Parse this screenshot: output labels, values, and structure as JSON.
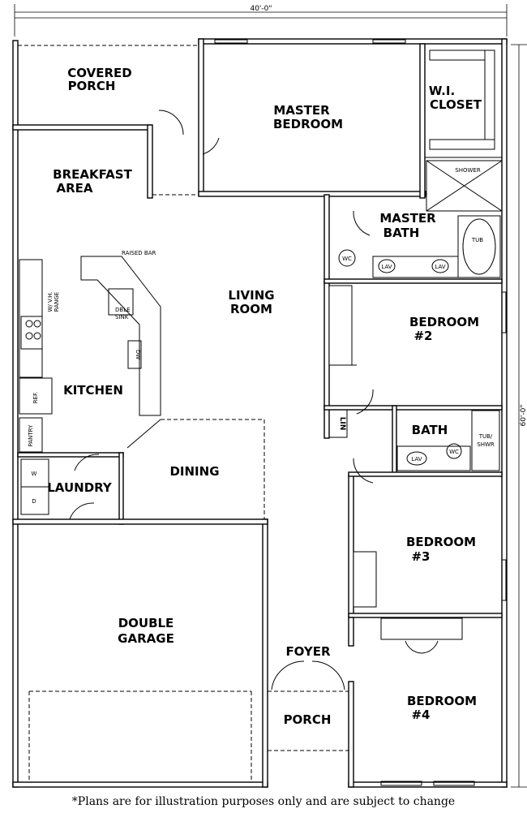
{
  "dimensions": {
    "width": "40'-0\"",
    "depth": "60'-0\""
  },
  "rooms": {
    "covered_porch": [
      "COVERED",
      "PORCH"
    ],
    "master_bedroom": [
      "MASTER",
      "BEDROOM"
    ],
    "wi_closet": [
      "W.I.",
      "CLOSET"
    ],
    "breakfast_area": [
      "BREAKFAST",
      "AREA"
    ],
    "master_bath": [
      "MASTER",
      "BATH"
    ],
    "living_room": [
      "LIVING",
      "ROOM"
    ],
    "bedroom2": [
      "BEDROOM",
      "#2"
    ],
    "kitchen": "KITCHEN",
    "bath": "BATH",
    "laundry": "LAUNDRY",
    "dining": "DINING",
    "bedroom3": [
      "BEDROOM",
      "#3"
    ],
    "double_garage": [
      "DOUBLE",
      "GARAGE"
    ],
    "foyer": "FOYER",
    "porch": "PORCH",
    "bedroom4": [
      "BEDROOM",
      "#4"
    ]
  },
  "fixtures": {
    "shower": "SHOWER",
    "tub": "TUB",
    "wc": "WC",
    "lav": "LAV",
    "tub_shwr": [
      "TUB/",
      "SHWR"
    ],
    "lin": "LIN",
    "raised_bar": "RAISED BAR",
    "dble_sink": [
      "DBLE",
      "SINK"
    ],
    "range": [
      "W/ V.H.",
      "RANGE"
    ],
    "dw": "DW",
    "ref": "REF.",
    "pantry": "PANTRY",
    "washer": "W",
    "dryer": "D"
  },
  "disclaimer": "*Plans are for illustration purposes only and are subject to change"
}
